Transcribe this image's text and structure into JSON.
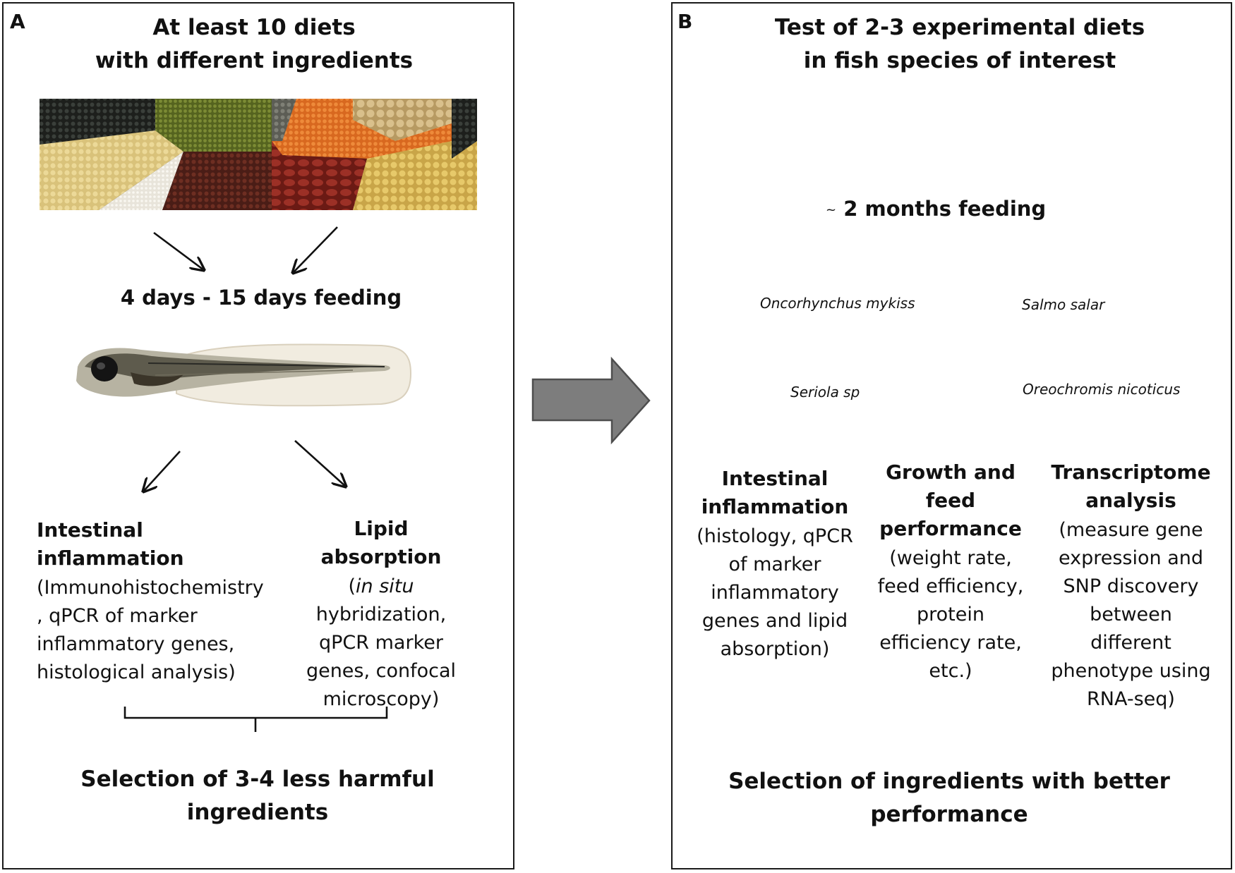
{
  "panel_a": {
    "label": "A",
    "title_line1": "At least 10 diets",
    "title_line2": "with different ingredients",
    "feeding": "4 days - 15 days feeding",
    "left_title": "Intestinal inflammation",
    "left_lines": [
      "(Immunohistochemistry",
      ", qPCR of marker",
      "inflammatory genes,",
      "histological analysis)"
    ],
    "right_title": "Lipid absorption",
    "right_open": "(",
    "right_italic": "in situ",
    "right_lines": [
      "hybridization,",
      "qPCR marker",
      "genes, confocal",
      "microscopy)"
    ],
    "selection_line1": "Selection of 3-4 less harmful",
    "selection_line2": "ingredients"
  },
  "panel_b": {
    "label": "B",
    "title_line1": "Test of 2-3 experimental diets",
    "title_line2": "in  fish species of interest",
    "feeding_tilde": "~",
    "feeding": "2 months feeding",
    "species": [
      "Oncorhynchus mykiss",
      "Salmo salar",
      "Seriola sp",
      "Oreochromis  nicoticus"
    ],
    "col1_title": [
      "Intestinal",
      "inflammation"
    ],
    "col1_lines": [
      "(histology, qPCR",
      "of marker",
      "inflammatory",
      "genes and lipid",
      "absorption)"
    ],
    "col2_title": [
      "Growth and",
      "feed",
      "performance"
    ],
    "col2_lines": [
      "(weight rate,",
      "feed efficiency,",
      "protein",
      "efficiency rate,",
      "etc.)"
    ],
    "col3_title": [
      "Transcriptome",
      "analysis"
    ],
    "col3_lines": [
      "(measure gene",
      "expression and",
      "SNP discovery",
      "between",
      "different",
      "phenotype using",
      "RNA-seq)"
    ],
    "selection_line1": "Selection of ingredients with better",
    "selection_line2": "performance"
  }
}
